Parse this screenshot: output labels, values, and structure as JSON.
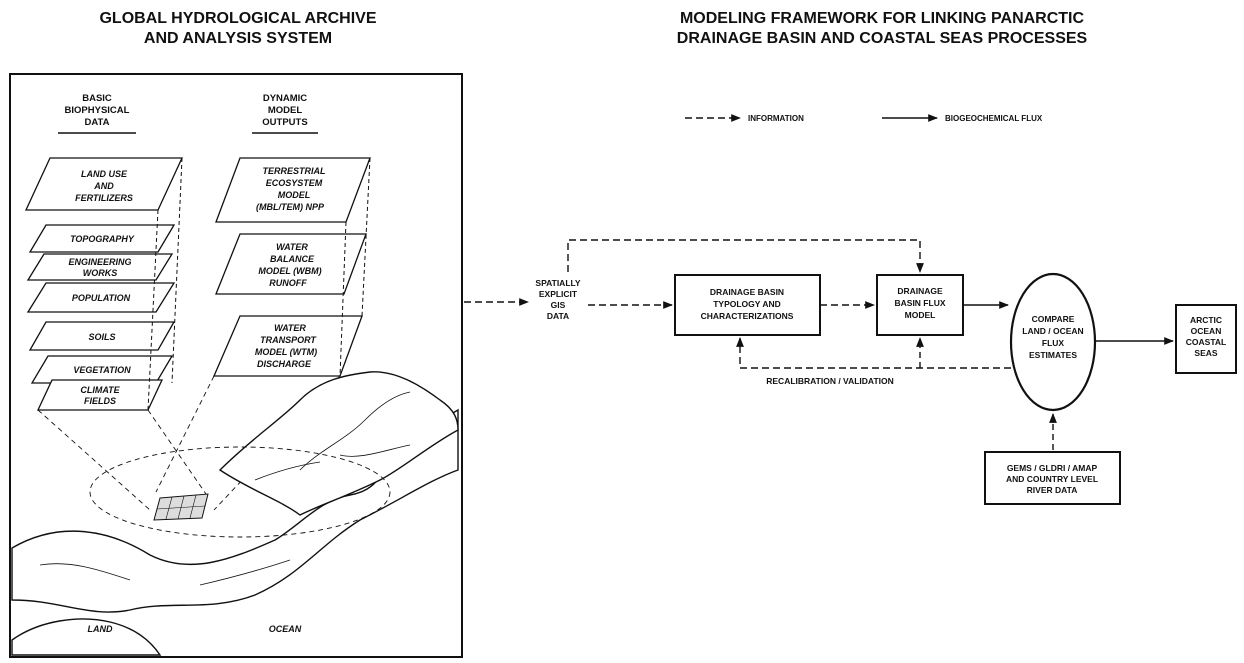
{
  "titles": {
    "left": [
      "GLOBAL HYDROLOGICAL ARCHIVE",
      "AND ANALYSIS SYSTEM"
    ],
    "right": [
      "MODELING FRAMEWORK FOR LINKING PANARCTIC",
      "DRAINAGE BASIN AND COASTAL SEAS PROCESSES"
    ]
  },
  "archive": {
    "basic_header": [
      "BASIC",
      "BIOPHYSICAL",
      "DATA"
    ],
    "dynamic_header": [
      "DYNAMIC",
      "MODEL",
      "OUTPUTS"
    ],
    "basic_layers": [
      [
        "LAND USE",
        "AND",
        "FERTILIZERS"
      ],
      [
        "TOPOGRAPHY"
      ],
      [
        "ENGINEERING",
        "WORKS"
      ],
      [
        "POPULATION"
      ],
      [
        "SOILS"
      ],
      [
        "VEGETATION"
      ],
      [
        "CLIMATE",
        "FIELDS"
      ]
    ],
    "model_layers": [
      [
        "TERRESTRIAL",
        "ECOSYSTEM",
        "MODEL",
        "(MBL/TEM) NPP"
      ],
      [
        "WATER",
        "BALANCE",
        "MODEL (WBM)",
        "RUNOFF"
      ],
      [
        "WATER",
        "TRANSPORT",
        "MODEL (WTM)",
        "DISCHARGE"
      ]
    ],
    "map_labels": {
      "land": "LAND",
      "ocean": "OCEAN"
    }
  },
  "legend": {
    "dashed": "INFORMATION",
    "solid": "BIOGEOCHEMICAL FLUX"
  },
  "flow": {
    "gis": [
      "SPATIALLY",
      "EXPLICIT",
      "GIS",
      "DATA"
    ],
    "typology": [
      "DRAINAGE BASIN",
      "TYPOLOGY AND",
      "CHARACTERIZATIONS"
    ],
    "flux_model": [
      "DRAINAGE",
      "BASIN FLUX",
      "MODEL"
    ],
    "compare": [
      "COMPARE",
      "LAND / OCEAN",
      "FLUX",
      "ESTIMATES"
    ],
    "arctic": [
      "ARCTIC",
      "OCEAN",
      "COASTAL",
      "SEAS"
    ],
    "gems": [
      "GEMS / GLDRI / AMAP",
      "AND COUNTRY LEVEL",
      "RIVER DATA"
    ],
    "recal": "RECALIBRATION / VALIDATION"
  }
}
